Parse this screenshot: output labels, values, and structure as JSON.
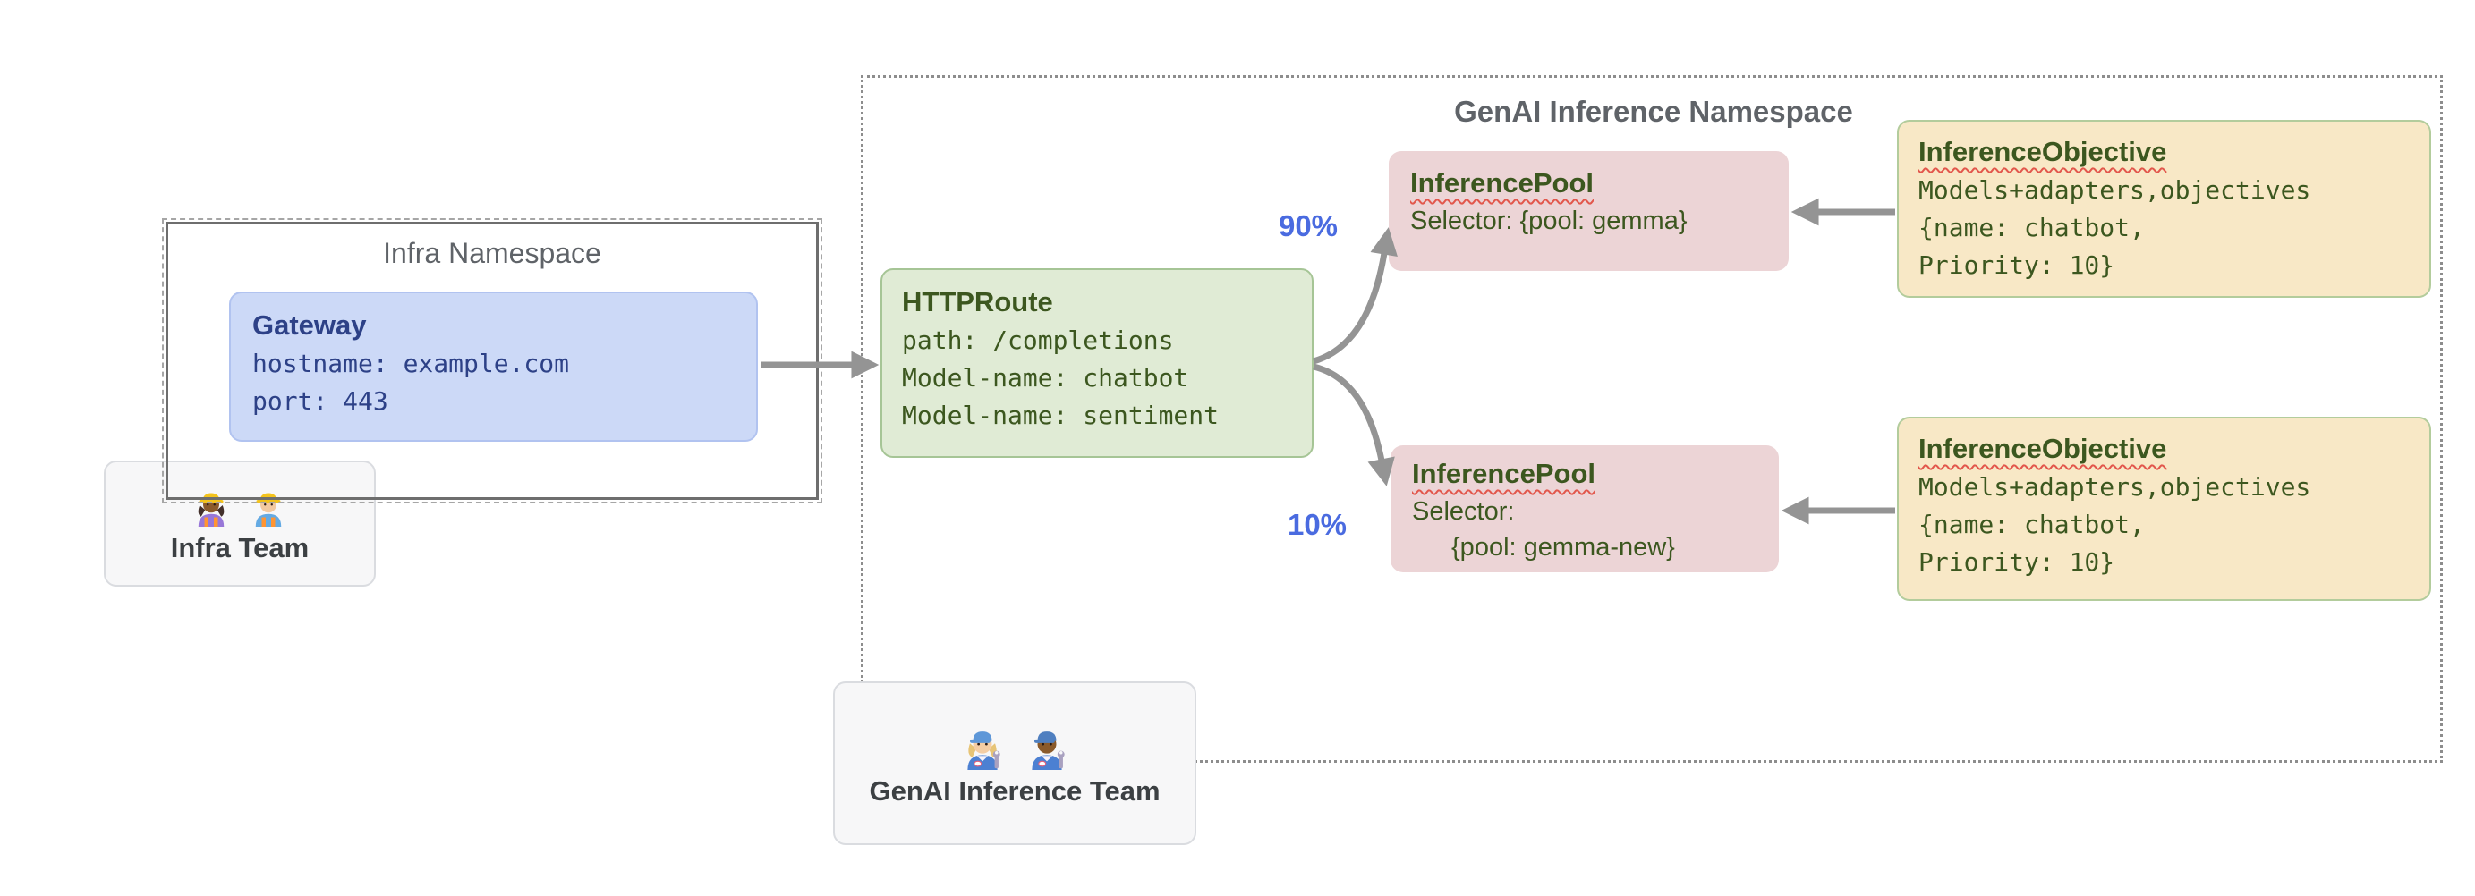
{
  "diagram": {
    "infra_namespace": {
      "title": "Infra Namespace",
      "gateway": {
        "title": "Gateway",
        "lines": [
          "hostname: example.com",
          "port: 443"
        ]
      }
    },
    "infra_team": {
      "label": "Infra Team",
      "icons": [
        "construction-worker-woman-emoji",
        "construction-worker-man-emoji"
      ]
    },
    "genai_namespace": {
      "title": "GenAI Inference Namespace",
      "httproute": {
        "title": "HTTPRoute",
        "lines": [
          "path: /completions",
          "Model-name: chatbot",
          "Model-name: sentiment"
        ]
      },
      "traffic_split": {
        "top_pct": "90%",
        "bottom_pct": "10%"
      },
      "pool_top": {
        "title": "InferencePool",
        "line1": "Selector: {pool: gemma}"
      },
      "pool_bottom": {
        "title": "InferencePool",
        "line1": "Selector:",
        "line2": "{pool: gemma-new}"
      },
      "objective_top": {
        "title": "InferenceObjective",
        "lines": [
          "Models+adapters,objectives",
          "{name: chatbot,",
          "Priority: 10}"
        ]
      },
      "objective_bottom": {
        "title": "InferenceObjective",
        "lines": [
          "Models+adapters,objectives",
          "{name: chatbot,",
          "Priority: 10}"
        ]
      }
    },
    "genai_team": {
      "label": "GenAI Inference Team",
      "icons": [
        "mechanic-woman-emoji",
        "mechanic-man-emoji"
      ]
    }
  },
  "colors": {
    "gateway_bg": "#ccd9f7",
    "gateway_border": "#b1c3f0",
    "gateway_text": "#2d4187",
    "httproute_bg": "#e0ebd5",
    "httproute_border": "#a6c596",
    "green_text": "#3c571f",
    "pool_bg": "#ecd4d6",
    "objective_bg": "#f8e8c6",
    "objective_border": "#b3cc9c",
    "team_bg": "#f7f7f8",
    "team_border": "#dadce0",
    "team_text": "#3c4043",
    "arrow": "#949494",
    "pct_blue": "#4a6be0",
    "namespace_text": "#5f6368",
    "squiggle_red": "#e2574c",
    "infra_border": "#6e6e6e",
    "dotted_border": "#8d8d8d"
  }
}
